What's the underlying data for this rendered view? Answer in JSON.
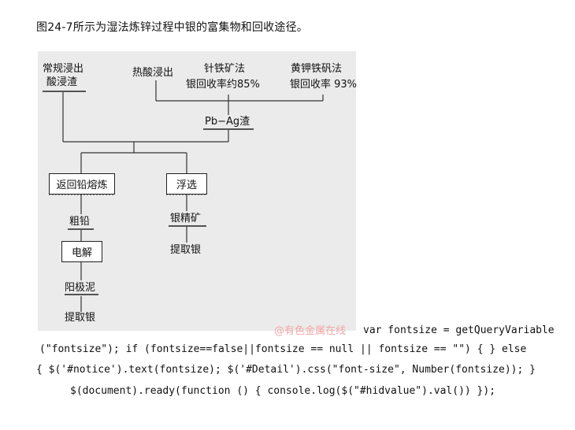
{
  "caption": "图24-7所示为湿法炼锌过程中银的富集物和回收途径。",
  "diagram": {
    "nodes": {
      "conventional_residue_1": "常规浸出",
      "conventional_residue_2": "酸浸渣",
      "hot_acid_leach": "热酸浸出",
      "goethite_1": "针铁矿法",
      "goethite_2": "银回收率约85%",
      "jarosite_1": "黄钾铁矾法",
      "jarosite_2": "银回收率 93%",
      "pb_ag_residue": "Pb−Ag渣",
      "return_smelting": "返回铅熔炼",
      "flotation": "浮选",
      "crude_lead": "粗铅",
      "silver_concentrate": "银精矿",
      "extract_silver_right": "提取银",
      "electrolysis": "电解",
      "anode_slime": "阳极泥",
      "extract_silver_left": "提取银"
    }
  },
  "watermark": "@有色金属在线",
  "code_lines": {
    "line1": "var fontsize = getQueryVariable",
    "line2": "(\"fontsize\"); if (fontsize==false||fontsize == null || fontsize == \"\") { } else",
    "line3": "{ $('#notice').text(fontsize); $('#Detail').css(\"font-size\", Number(fontsize)); }",
    "line4": "$(document).ready(function () { console.log($(\"#hidvalue\").val()) });"
  }
}
